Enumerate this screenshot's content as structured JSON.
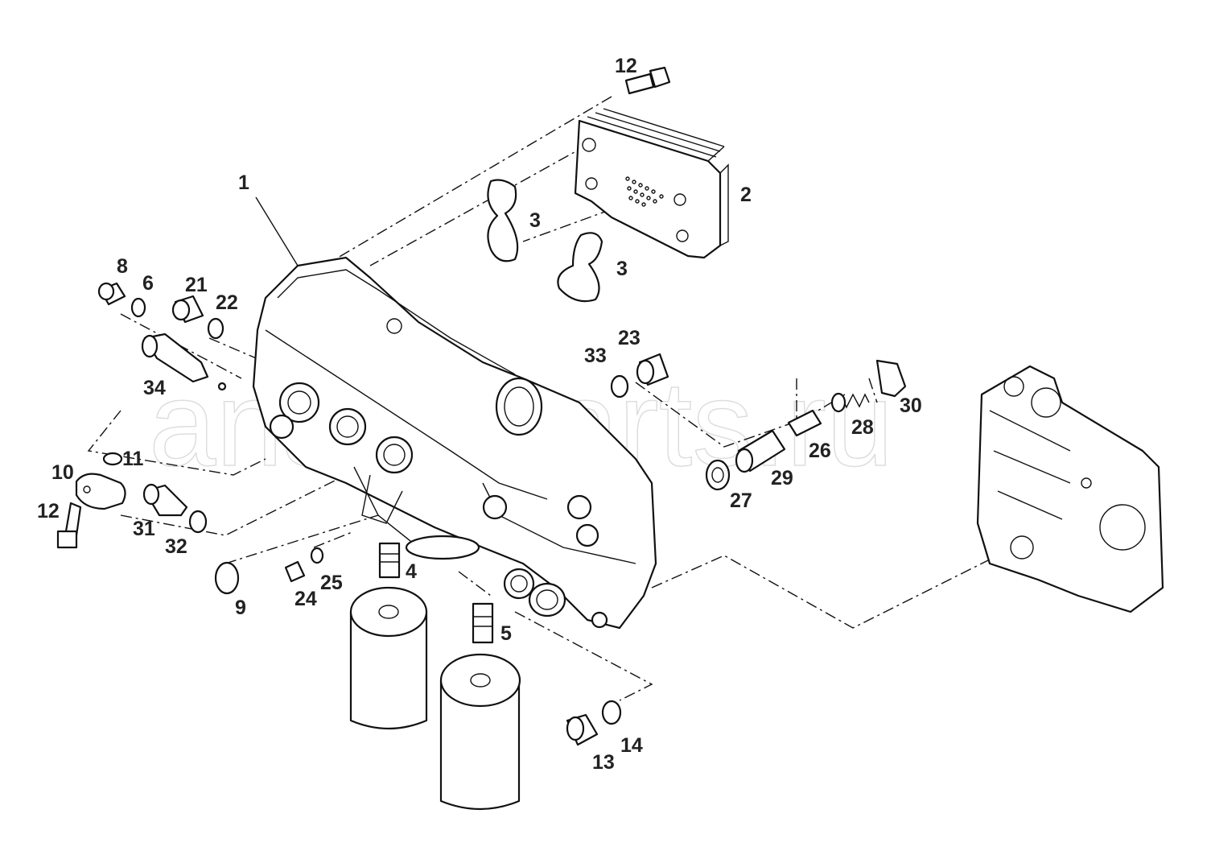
{
  "watermark": "ansat-parts.ru",
  "callouts": [
    {
      "id": "c1",
      "label": "1"
    },
    {
      "id": "c2",
      "label": "2"
    },
    {
      "id": "c3a",
      "label": "3"
    },
    {
      "id": "c3b",
      "label": "3"
    },
    {
      "id": "c4",
      "label": "4"
    },
    {
      "id": "c5",
      "label": "5"
    },
    {
      "id": "c6",
      "label": "6"
    },
    {
      "id": "c8",
      "label": "8"
    },
    {
      "id": "c9",
      "label": "9"
    },
    {
      "id": "c10",
      "label": "10"
    },
    {
      "id": "c11",
      "label": "11"
    },
    {
      "id": "c12a",
      "label": "12"
    },
    {
      "id": "c12b",
      "label": "12"
    },
    {
      "id": "c13",
      "label": "13"
    },
    {
      "id": "c14",
      "label": "14"
    },
    {
      "id": "c21",
      "label": "21"
    },
    {
      "id": "c22",
      "label": "22"
    },
    {
      "id": "c23",
      "label": "23"
    },
    {
      "id": "c24",
      "label": "24"
    },
    {
      "id": "c25",
      "label": "25"
    },
    {
      "id": "c26",
      "label": "26"
    },
    {
      "id": "c27",
      "label": "27"
    },
    {
      "id": "c28",
      "label": "28"
    },
    {
      "id": "c29",
      "label": "29"
    },
    {
      "id": "c30",
      "label": "30"
    },
    {
      "id": "c31",
      "label": "31"
    },
    {
      "id": "c32",
      "label": "32"
    },
    {
      "id": "c33",
      "label": "33"
    },
    {
      "id": "c34",
      "label": "34"
    }
  ]
}
